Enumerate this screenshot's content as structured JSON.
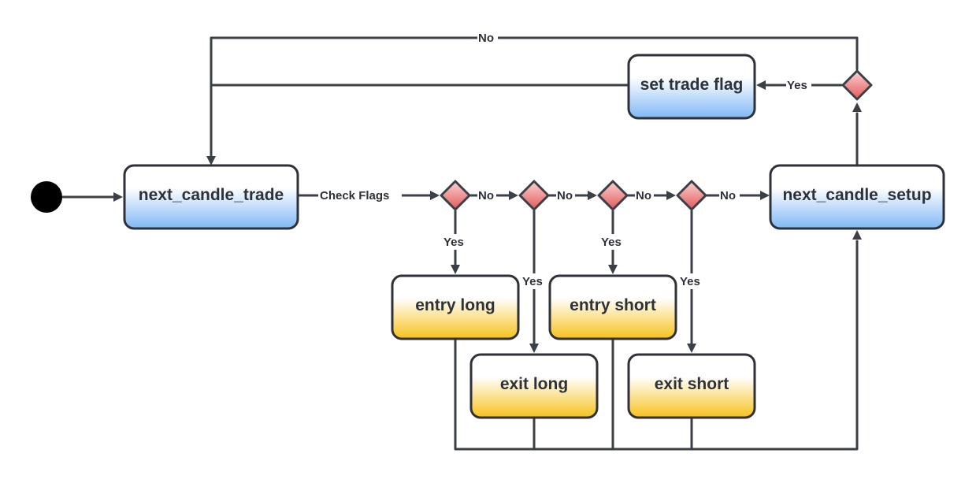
{
  "nodes": {
    "next_candle_trade": "next_candle_trade",
    "next_candle_setup": "next_candle_setup",
    "set_trade_flag": "set trade flag",
    "entry_long": "entry long",
    "exit_long": "exit long",
    "entry_short": "entry short",
    "exit_short": "exit short"
  },
  "edge_labels": {
    "check_flags": "Check Flags",
    "no": "No",
    "yes": "Yes"
  },
  "colors": {
    "line": "#3b3f47",
    "blue_top": "#ffffff",
    "blue_bottom": "#7fb8f5",
    "yellow_top": "#ffffff",
    "yellow_bottom": "#f7c21c",
    "decision_top": "#ffd1d1",
    "decision_bottom": "#e05a5a"
  }
}
